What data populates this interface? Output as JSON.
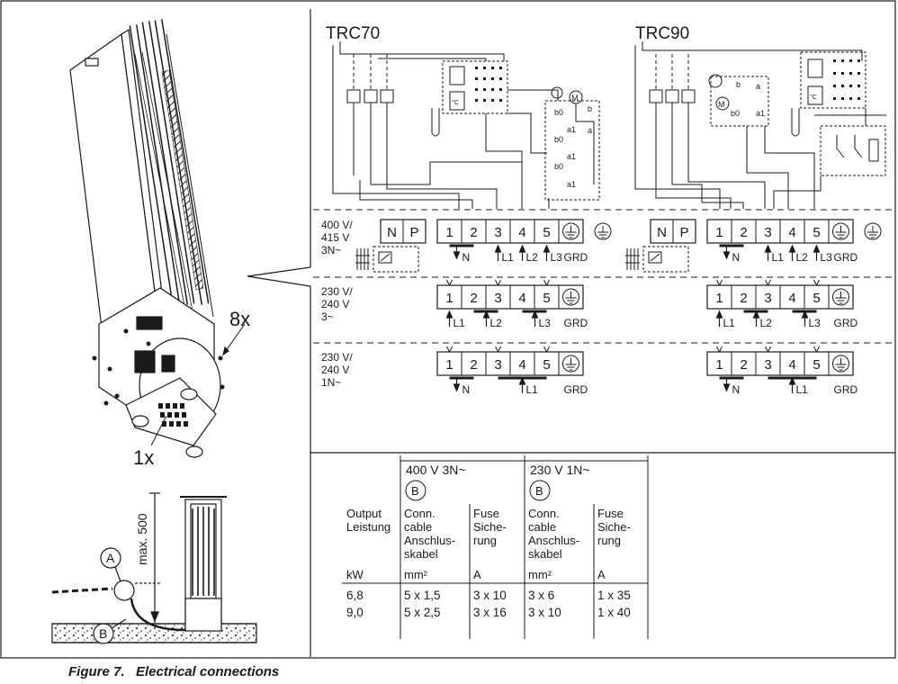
{
  "figure": {
    "caption": "Figure 7.   Electrical connections",
    "accent_color": "#1a1a1a"
  },
  "left_panel": {
    "screw_count_label": "8x",
    "box_count_label": "1x",
    "max_height_label": "max. 500",
    "marker_a": "A",
    "marker_b": "B"
  },
  "wiring": {
    "titles": [
      "TRC70",
      "TRC90"
    ],
    "row_voltages": [
      [
        "400 V/",
        "415 V",
        "3N~"
      ],
      [
        "230 V/",
        "240 V",
        "3~"
      ],
      [
        "230 V/",
        "240 V",
        "1N~"
      ]
    ],
    "terminal_numbers": [
      "1",
      "2",
      "3",
      "4",
      "5"
    ],
    "neutral_terminals": [
      "N",
      "P"
    ],
    "supply_labels_row1": [
      "N",
      "L1",
      "L2",
      "L3",
      "GRD"
    ],
    "supply_labels_row2": [
      "L1",
      "L2",
      "L3",
      "GRD"
    ],
    "supply_labels_row3": [
      "N",
      "L1",
      "GRD"
    ],
    "relay_contacts": [
      "b0",
      "a1",
      "b",
      "a"
    ],
    "motor_symbol": "M",
    "thermostat_symbol": "°C"
  },
  "table": {
    "header_groups": [
      "400 V 3N~",
      "230 V 1N~"
    ],
    "marker": "B",
    "col_output": [
      "Output",
      "Leistung"
    ],
    "col_cable": [
      "Conn.",
      "cable",
      "Anschlus-",
      "skabel"
    ],
    "col_fuse": [
      "Fuse",
      "Siche-",
      "rung"
    ],
    "units": [
      "kW",
      "mm²",
      "A",
      "mm²",
      "A"
    ],
    "rows": [
      [
        "6,8",
        "5 x 1,5",
        "3 x 10",
        "3 x 6",
        "1 x 35"
      ],
      [
        "9,0",
        "5 x 2,5",
        "3 x 16",
        "3 x 10",
        "1 x 40"
      ]
    ]
  }
}
